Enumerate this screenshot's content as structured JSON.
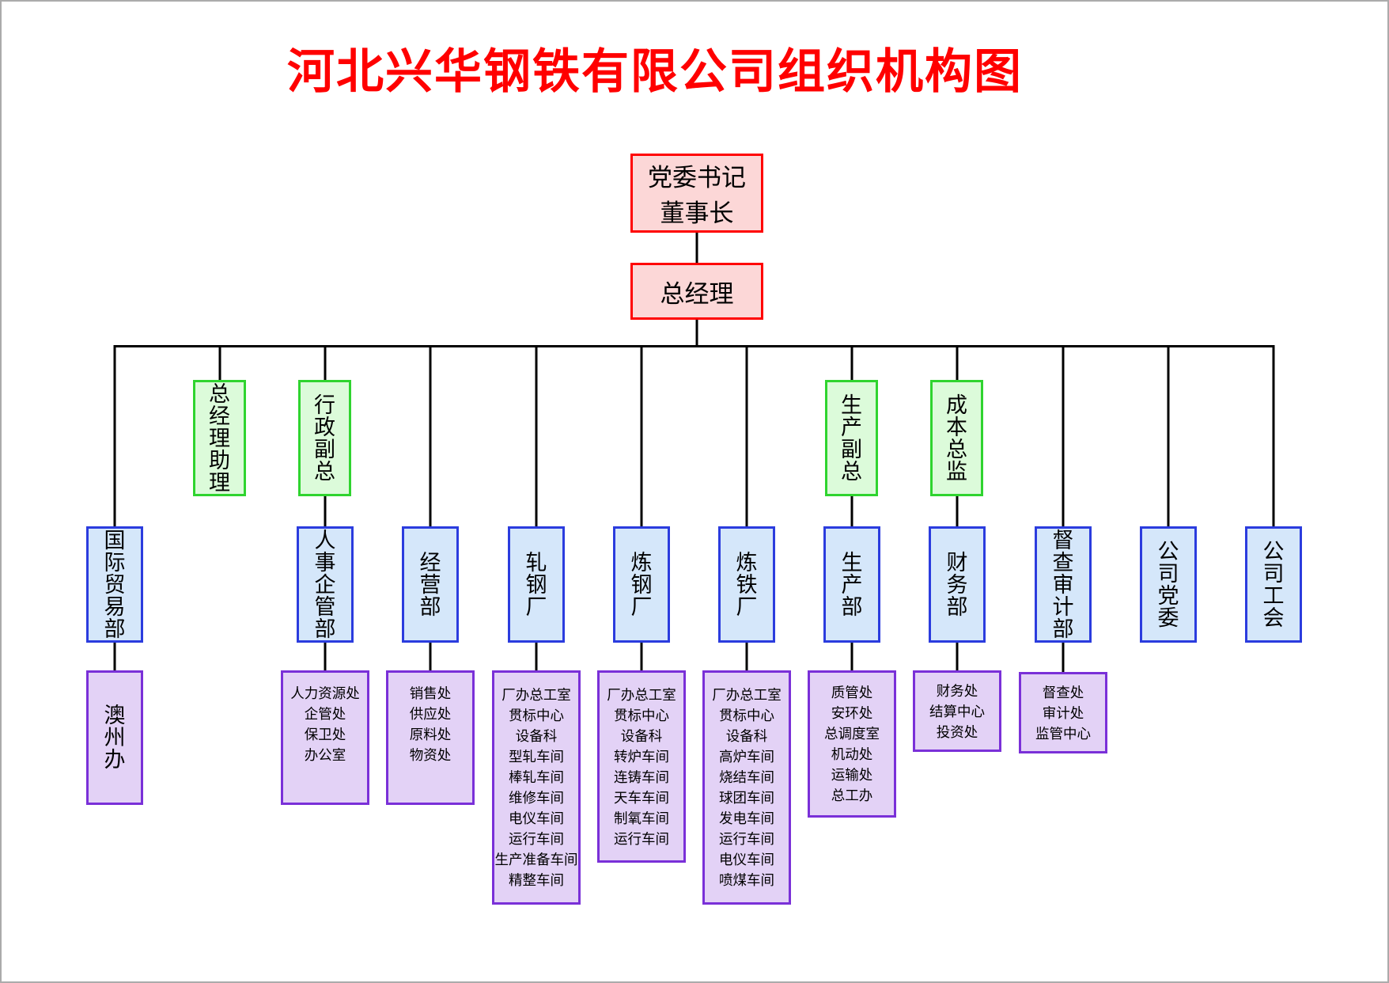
{
  "title": "河北兴华钢铁有限公司组织机构图",
  "colors": {
    "title_text": "#FF0000",
    "executive_fill": "#FCD7D7",
    "executive_border": "#FF0000",
    "deputy_fill": "#DCFBDA",
    "deputy_border": "#2FD42F",
    "department_fill": "#D5E7FA",
    "department_border": "#2B3CDE",
    "sub_office_fill": "#E3D2F6",
    "sub_office_border": "#7A30D8",
    "connector_line": "#000000"
  },
  "nodes": {
    "chairman": {
      "label": "党委书记\n董事长",
      "level": "executive",
      "parent": null
    },
    "general_manager": {
      "label": "总经理",
      "level": "executive",
      "parent": "chairman"
    },
    "assistant_gm": {
      "label": "总经理助理",
      "level": "deputy",
      "parent": "general_manager"
    },
    "admin_vp": {
      "label": "行政副总",
      "level": "deputy",
      "parent": "general_manager"
    },
    "production_vp": {
      "label": "生产副总",
      "level": "deputy",
      "parent": "general_manager"
    },
    "cost_director": {
      "label": "成本总监",
      "level": "deputy",
      "parent": "general_manager"
    },
    "intl_trade_dept": {
      "label": "国际贸易部",
      "level": "department",
      "parent": "general_manager"
    },
    "aozhou_office": {
      "label": "澳州办",
      "level": "sub_office",
      "parent": "intl_trade_dept"
    },
    "hr_enterprise_dept": {
      "label": "人事企管部",
      "level": "department",
      "parent": "admin_vp"
    },
    "hr_sub_offices": {
      "label": "人力资源处\n企管处\n保卫处\n办公室",
      "level": "sub_office",
      "parent": "hr_enterprise_dept"
    },
    "business_dept": {
      "label": "经营部",
      "level": "department",
      "parent": "general_manager"
    },
    "business_sub_offices": {
      "label": "销售处\n供应处\n原料处\n物资处",
      "level": "sub_office",
      "parent": "business_dept"
    },
    "rolling_mill": {
      "label": "轧钢厂",
      "level": "department",
      "parent": "general_manager"
    },
    "rolling_mill_units": {
      "label": "厂办总工室\n贯标中心\n设备科\n型轧车间\n棒轧车间\n维修车间\n电仪车间\n运行车间\n生产准备车间\n精整车间",
      "level": "sub_office",
      "parent": "rolling_mill"
    },
    "steelmaking_plant": {
      "label": "炼钢厂",
      "level": "department",
      "parent": "general_manager"
    },
    "steelmaking_units": {
      "label": "厂办总工室\n贯标中心\n设备科\n转炉车间\n连铸车间\n天车车间\n制氧车间\n运行车间",
      "level": "sub_office",
      "parent": "steelmaking_plant"
    },
    "ironmaking_plant": {
      "label": "炼铁厂",
      "level": "department",
      "parent": "general_manager"
    },
    "ironmaking_units": {
      "label": "厂办总工室\n贯标中心\n设备科\n高炉车间\n烧结车间\n球团车间\n发电车间\n运行车间\n电仪车间\n喷煤车间",
      "level": "sub_office",
      "parent": "ironmaking_plant"
    },
    "production_dept": {
      "label": "生产部",
      "level": "department",
      "parent": "production_vp"
    },
    "production_sub_offices": {
      "label": "质管处\n安环处\n总调度室\n机动处\n运输处\n总工办",
      "level": "sub_office",
      "parent": "production_dept"
    },
    "finance_dept": {
      "label": "财务部",
      "level": "department",
      "parent": "cost_director"
    },
    "finance_sub_offices": {
      "label": "财务处\n结算中心\n投资处",
      "level": "sub_office",
      "parent": "finance_dept"
    },
    "audit_dept": {
      "label": "督查审计部",
      "level": "department",
      "parent": "general_manager"
    },
    "audit_sub_offices": {
      "label": "督查处\n审计处\n监管中心",
      "level": "sub_office",
      "parent": "audit_dept"
    },
    "party_committee": {
      "label": "公司党委",
      "level": "department",
      "parent": "general_manager"
    },
    "labor_union": {
      "label": "公司工会",
      "level": "department",
      "parent": "general_manager"
    }
  }
}
